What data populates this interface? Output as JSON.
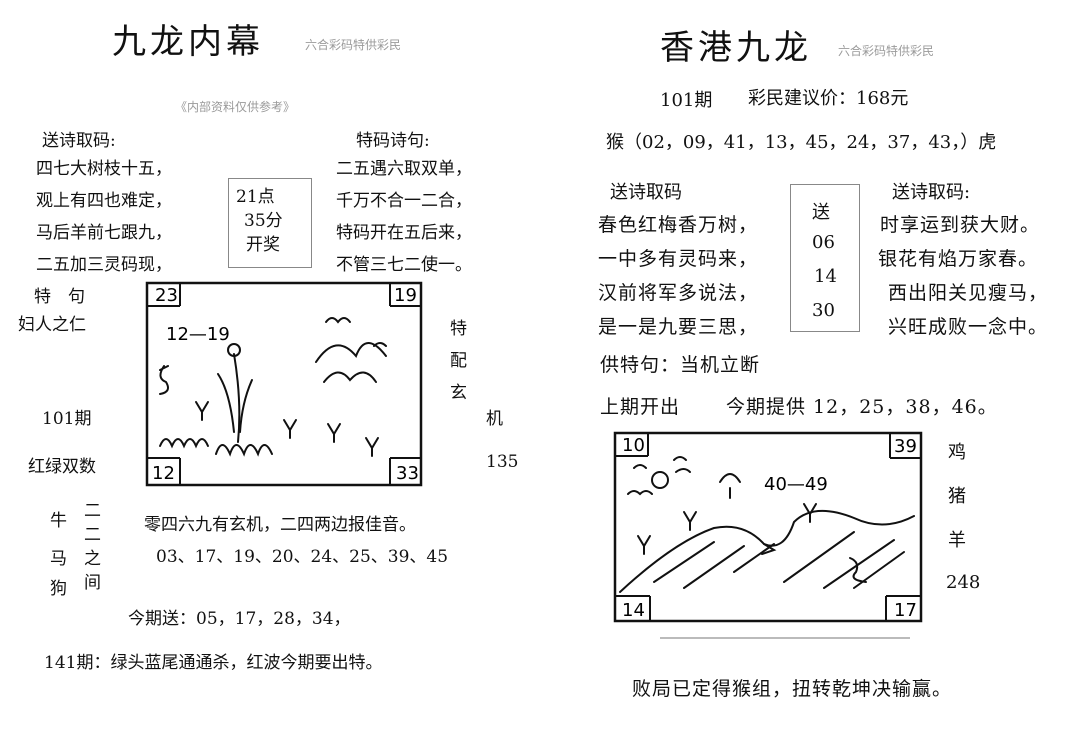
{
  "left": {
    "title": "九龙内幕",
    "title_faint": "六合彩码特供彩民",
    "subtitle_faint": "《内部资料仅供参考》",
    "poem_left_label": "送诗取码:",
    "poem_left": [
      "四七大树枝十五，",
      "观上有四也难定，",
      "马后羊前七跟九，",
      "二五加三灵码现，"
    ],
    "draw_time": [
      "21点",
      "35分",
      "开奖"
    ],
    "poem_right_label": "特码诗句:",
    "poem_right": [
      "二五遇六取双单，",
      "千万不合一二合，",
      "特码开在五后来，",
      "不管三七二使一。"
    ],
    "special_label": "特　句",
    "special_text": "妇人之仁",
    "issue": "101期",
    "color_hint": "红绿双数",
    "vertical_chars": [
      "特",
      "配",
      "玄",
      "机"
    ],
    "number_135": "135",
    "img_corners": [
      "23",
      "19",
      "12",
      "33"
    ],
    "img_text": "12—19",
    "zodiac": [
      "牛",
      "马",
      "狗"
    ],
    "between": [
      "二",
      "二",
      "之",
      "间"
    ],
    "hint_line": "零四六九有玄机，二四两边报佳音。",
    "number_line": "03、17、19、20、24、25、39、45",
    "today_send": "今期送：05，17，28，34，",
    "bottom_line": "141期：绿头蓝尾通通杀，红波今期要出特。"
  },
  "right": {
    "title": "香港九龙",
    "title_faint": "六合彩码特供彩民",
    "issue": "101期",
    "price": "彩民建议价：168元",
    "monkey_line": "猴（02，09，41，13，45，24，37，43，）虎",
    "poem_left_label": "送诗取码",
    "poem_left": [
      "春色红梅香万树，",
      "一中多有灵码来，",
      "汉前将军多说法，",
      "是一是九要三思，"
    ],
    "send_box": [
      "送",
      "06",
      "14",
      "30"
    ],
    "poem_right_label": "送诗取码:",
    "poem_right": [
      "时享运到获大财。",
      "银花有焰万家春。",
      "西出阳关见瘦马，",
      "兴旺成败一念中。"
    ],
    "special_phrase": "供特句：当机立断",
    "last_issue": "上期开出",
    "provide": "今期提供 12，25，38，46。",
    "img_corners": [
      "10",
      "39",
      "14",
      "17"
    ],
    "img_text": "40—49",
    "side_chars": [
      "鸡",
      "猪",
      "羊"
    ],
    "number_248": "248",
    "bottom_line": "败局已定得猴组，扭转乾坤决输赢。"
  }
}
